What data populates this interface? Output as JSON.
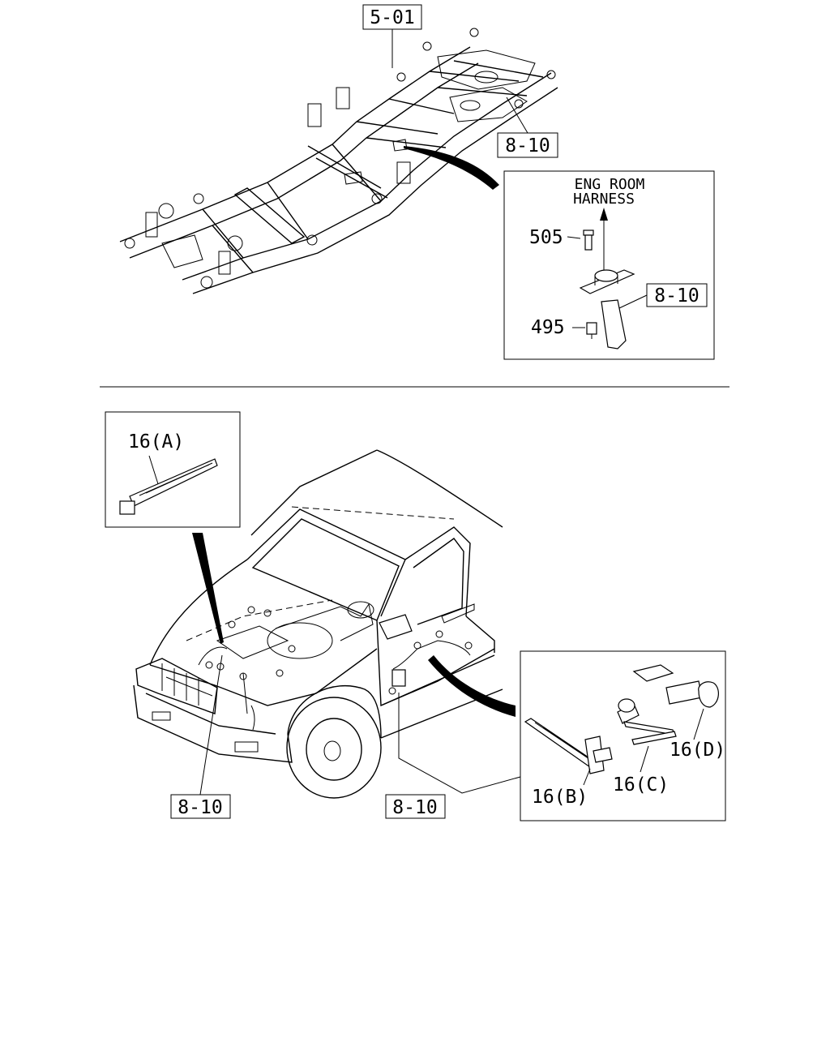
{
  "frame_diagram": {
    "callout_frame": "5-01",
    "callout_frame_harness": "8-10"
  },
  "eng_room_detail": {
    "heading_line1": "ENG ROOM",
    "heading_line2": "HARNESS",
    "bolt_label": "505",
    "screw_label": "495",
    "harness_label": "8-10"
  },
  "clip_detail_a": {
    "label": "16(A)"
  },
  "vehicle_diagram": {
    "callout_front": "8-10",
    "callout_door": "8-10"
  },
  "clip_detail_bcd": {
    "label_b": "16(B)",
    "label_c": "16(C)",
    "label_d": "16(D)"
  }
}
